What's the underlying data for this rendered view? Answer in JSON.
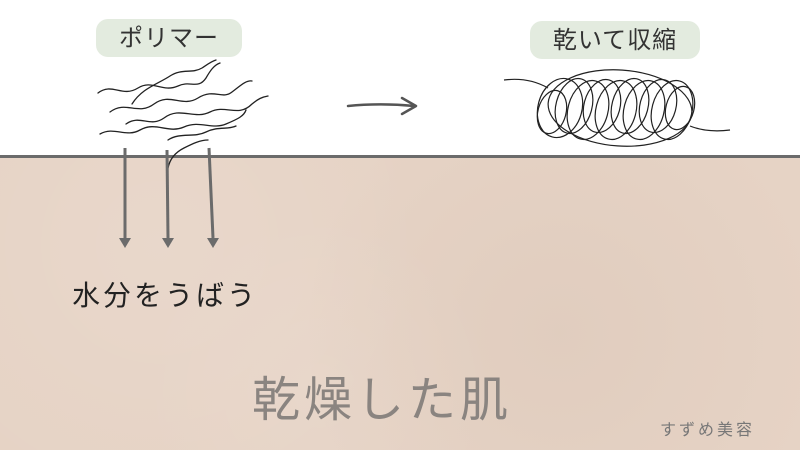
{
  "labels": {
    "polymer": "ポリマー",
    "dried_shrink": "乾いて収縮",
    "absorb_moisture": "水分をうばう",
    "dry_skin": "乾燥した肌",
    "credit": "すずめ美容"
  },
  "colors": {
    "skin": "#e6d3c5",
    "label_background": "#e3ebdf",
    "line": "#6b6b6b",
    "stroke": "#222222"
  },
  "icons": {
    "polymer_strands": "wavy-lines-icon",
    "shrunken_polymer": "coil-icon",
    "transition_arrow": "arrow-right-icon",
    "absorption_arrows": "arrow-down-icon"
  }
}
